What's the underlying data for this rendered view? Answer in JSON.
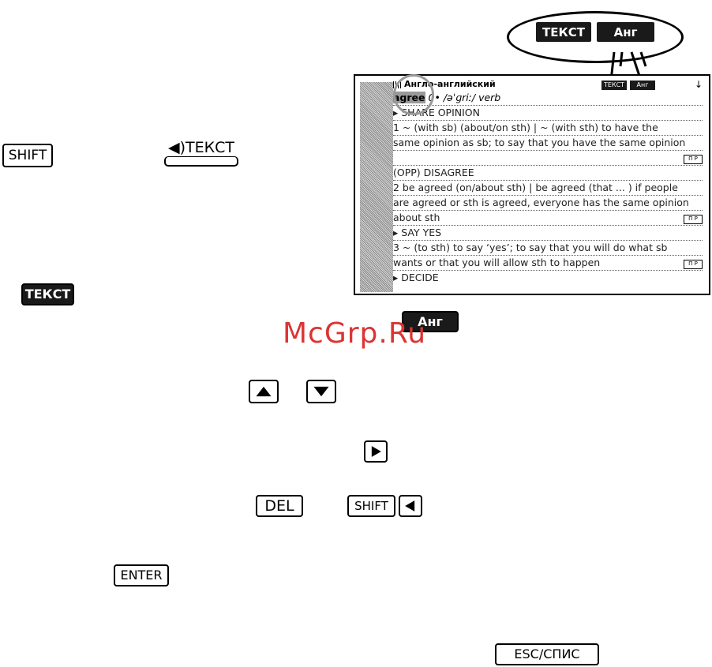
{
  "keys": {
    "shift": "SHIFT",
    "tekst_speaker": "◀)ТЕКСТ",
    "tekst": "ТЕКСТ",
    "ang": "Анг",
    "del": "DEL",
    "shift_small": "SHIFT",
    "enter": "ENTER",
    "esc": "ESC/СПИС"
  },
  "bubble": {
    "tekst": "ТЕКСТ",
    "ang": "Анг"
  },
  "screen": {
    "dict_title": "Англо-английский",
    "status_tekst": "ТЕКСТ",
    "status_ang": "Анг",
    "scroll_down": "↓",
    "headword": "agree",
    "pron": "0• /əˈɡriː/ verb",
    "lines": [
      "▸ SHARE OPINION",
      "1 ~ (with sb) (about/on sth) | ~ (with sth) to have the",
      "same opinion as sb; to say that you have the same opinion",
      "",
      "(OPP) DISAGREE",
      "2 be agreed (on/about sth) | be agreed (that ... ) if people",
      "are agreed or sth is agreed, everyone has the same opinion",
      "about sth",
      "▸ SAY YES",
      "3 ~ (to sth) to say ‘yes’; to say that you will do what sb",
      "wants or that you will allow sth to happen",
      "▸ DECIDE"
    ],
    "badge": "П Р"
  },
  "watermark": "McGrp.Ru"
}
